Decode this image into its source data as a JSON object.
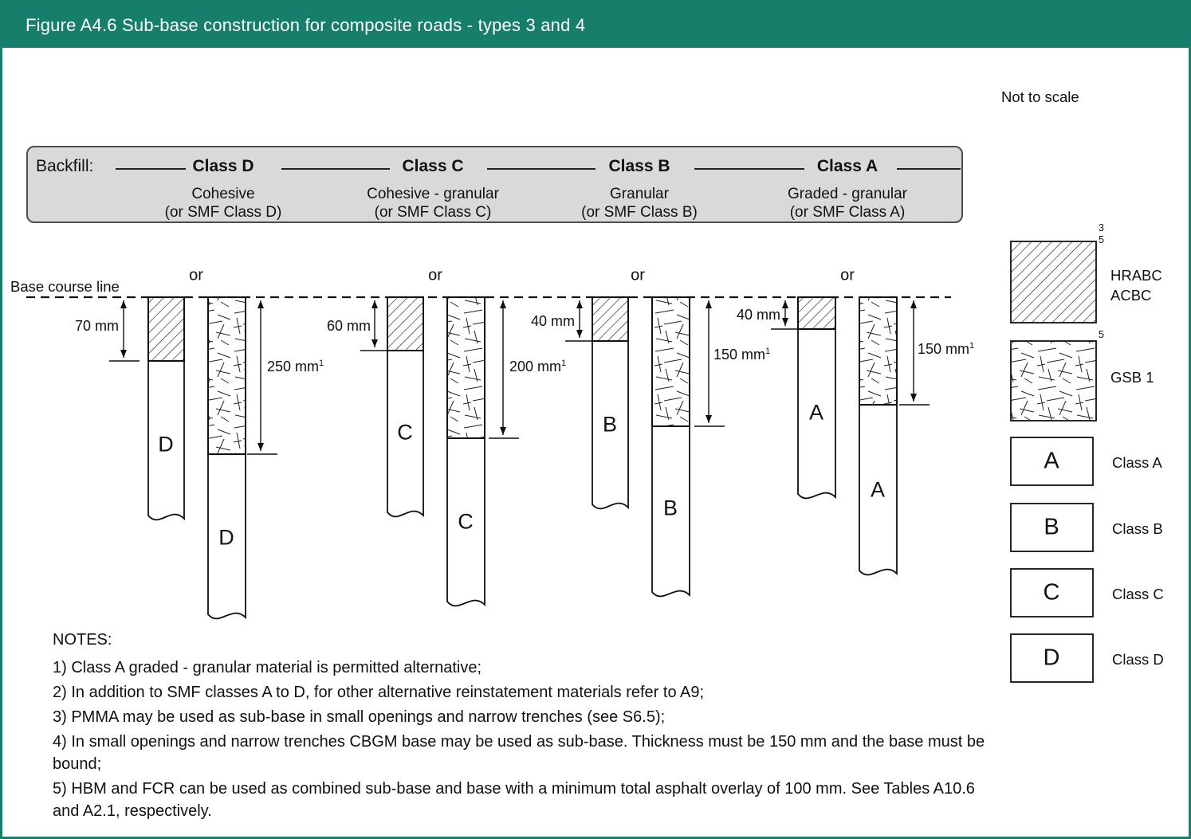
{
  "colors": {
    "accent": "#177E6B",
    "panel": "#D9D9D9",
    "ink": "#111111"
  },
  "header": {
    "title": "Figure A4.6 Sub-base construction for composite roads - types 3 and 4"
  },
  "scale_note": "Not to scale",
  "backfill": {
    "label": "Backfill:",
    "classes": [
      {
        "name": "Class D",
        "line1": "Cohesive",
        "line2": "(or SMF Class D)"
      },
      {
        "name": "Class C",
        "line1": "Cohesive - granular",
        "line2": "(or SMF Class C)"
      },
      {
        "name": "Class B",
        "line1": "Granular",
        "line2": "(or SMF Class B)"
      },
      {
        "name": "Class A",
        "line1": "Graded - granular",
        "line2": "(or SMF Class A)"
      }
    ]
  },
  "base_course_label": "Base course line",
  "or_label": "or",
  "groups": [
    {
      "letter": "D",
      "left_dim": "70 mm",
      "right_dim": "250 mm",
      "right_sup": "1"
    },
    {
      "letter": "C",
      "left_dim": "60 mm",
      "right_dim": "200 mm",
      "right_sup": "1"
    },
    {
      "letter": "B",
      "left_dim": "40 mm",
      "right_dim": "150 mm",
      "right_sup": "1"
    },
    {
      "letter": "A",
      "left_dim": "40 mm",
      "right_dim": "150 mm",
      "right_sup": "1"
    }
  ],
  "legend": {
    "hrabc": {
      "label_line1": "HRABC",
      "label_line2": "ACBC",
      "sup1": "3",
      "sup2": "5"
    },
    "gsb": {
      "label": "GSB 1",
      "sup": "5"
    },
    "classes": [
      {
        "letter": "A",
        "label": "Class A"
      },
      {
        "letter": "B",
        "label": "Class B"
      },
      {
        "letter": "C",
        "label": "Class C"
      },
      {
        "letter": "D",
        "label": "Class D"
      }
    ]
  },
  "notes": {
    "heading": "NOTES:",
    "items": [
      "1) Class A graded - granular material is permitted alternative;",
      "2) In addition to SMF classes A to D, for other alternative reinstatement materials refer to A9;",
      "3) PMMA may be used as sub-base in small openings and narrow trenches (see S6.5);",
      "4) In small openings and narrow trenches CBGM base may be used as sub-base. Thickness must be 150 mm and the base must be bound;",
      "5) HBM and FCR can be used as combined sub-base and base with a minimum total asphalt overlay of 100 mm. See Tables A10.6 and A2.1, respectively."
    ]
  }
}
